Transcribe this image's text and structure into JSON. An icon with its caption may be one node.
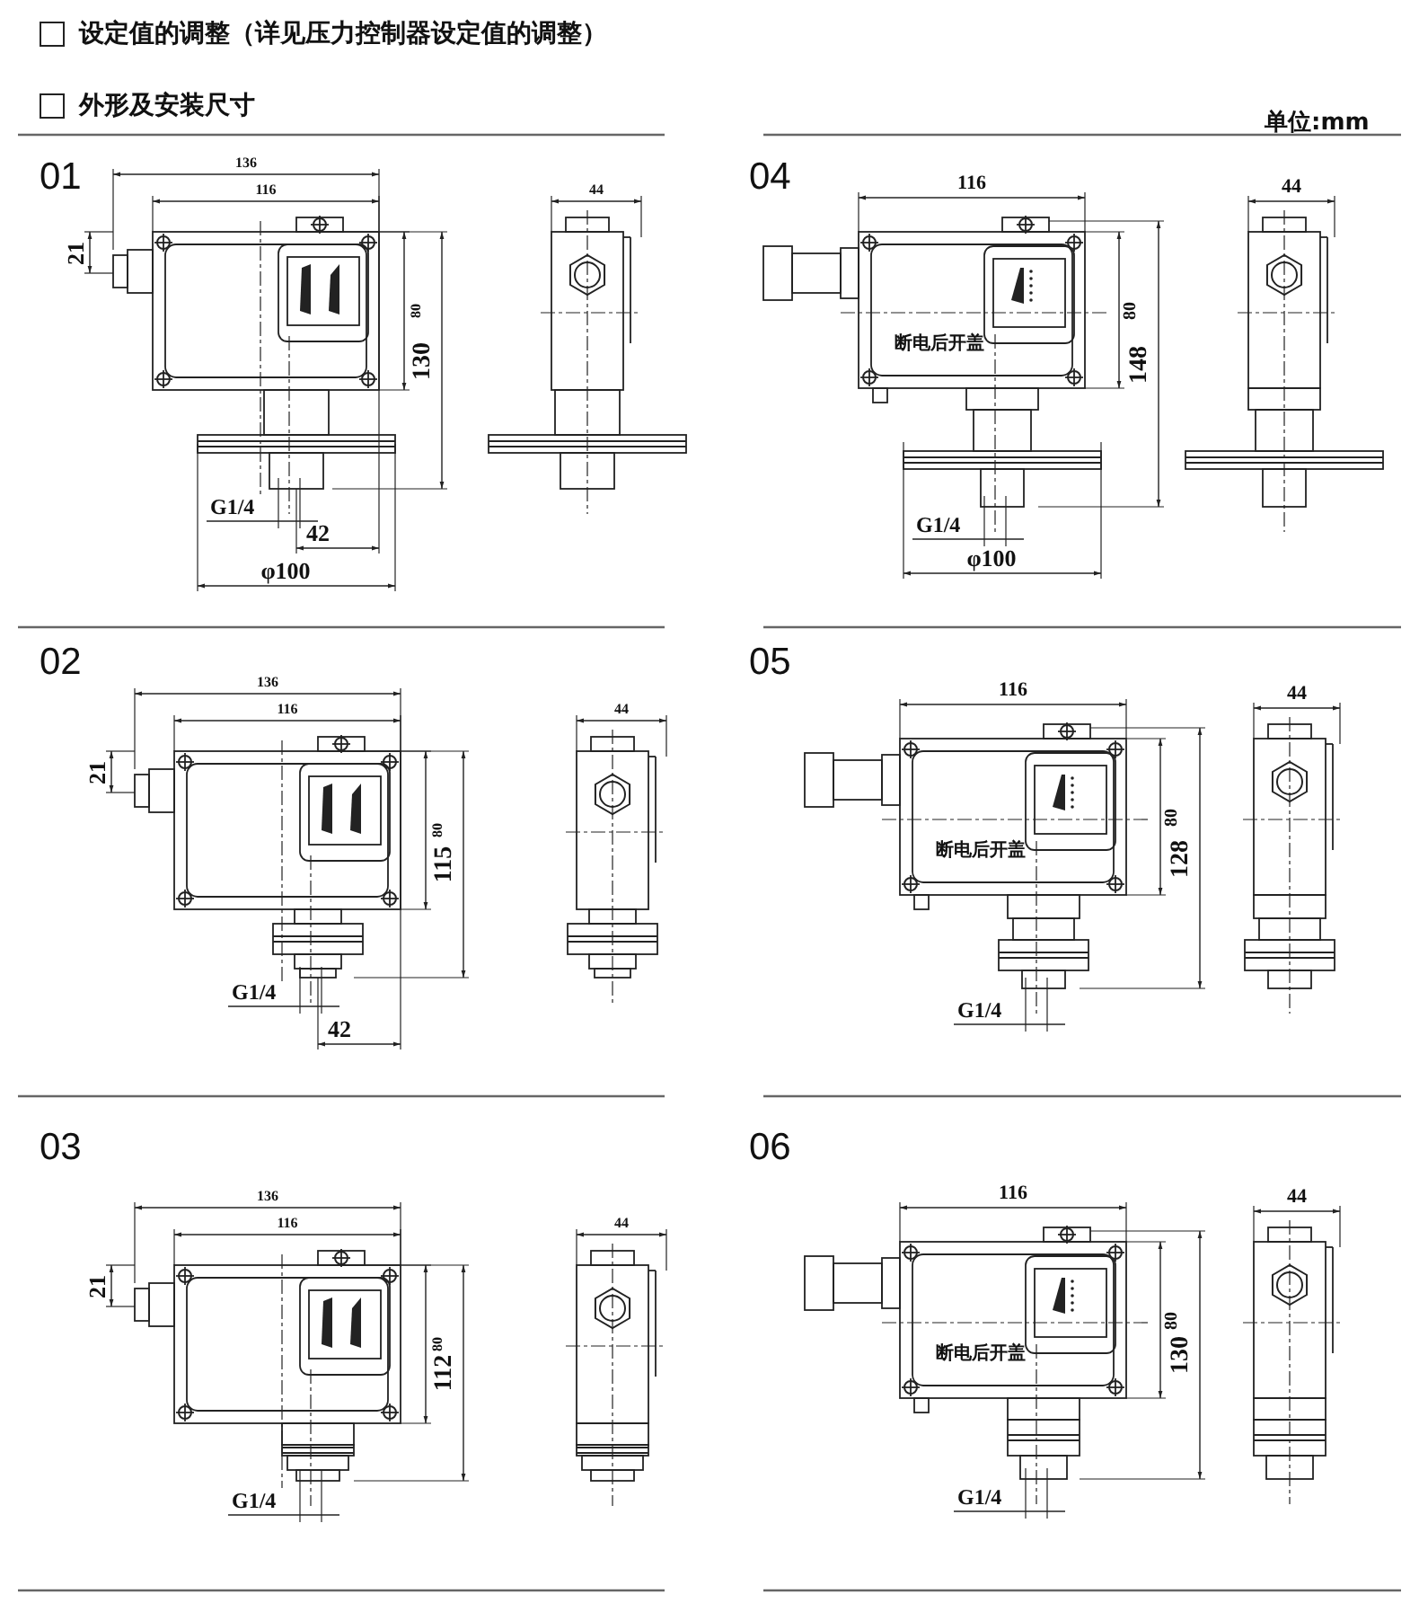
{
  "diagram": {
    "labels": [
      "设定值的调整（详见压力控制器设定值的调整）",
      "外形及安装尺寸",
      "单位:mm",
      "01",
      "136",
      "116",
      "21",
      "80",
      "130",
      "44",
      "G1/4",
      "42",
      "φ100",
      "04",
      "116",
      "断电后开盖",
      "80",
      "148",
      "44",
      "G1/4",
      "φ100",
      "02",
      "136",
      "116",
      "21",
      "80",
      "115",
      "44",
      "G1/4",
      "42",
      "05",
      "116",
      "断电后开盖",
      "80",
      "128",
      "44",
      "G1/4",
      "03",
      "136",
      "116",
      "21",
      "80",
      "112",
      "44",
      "G1/4",
      "06",
      "116",
      "断电后开盖",
      "80",
      "130",
      "44",
      "G1/4"
    ]
  }
}
